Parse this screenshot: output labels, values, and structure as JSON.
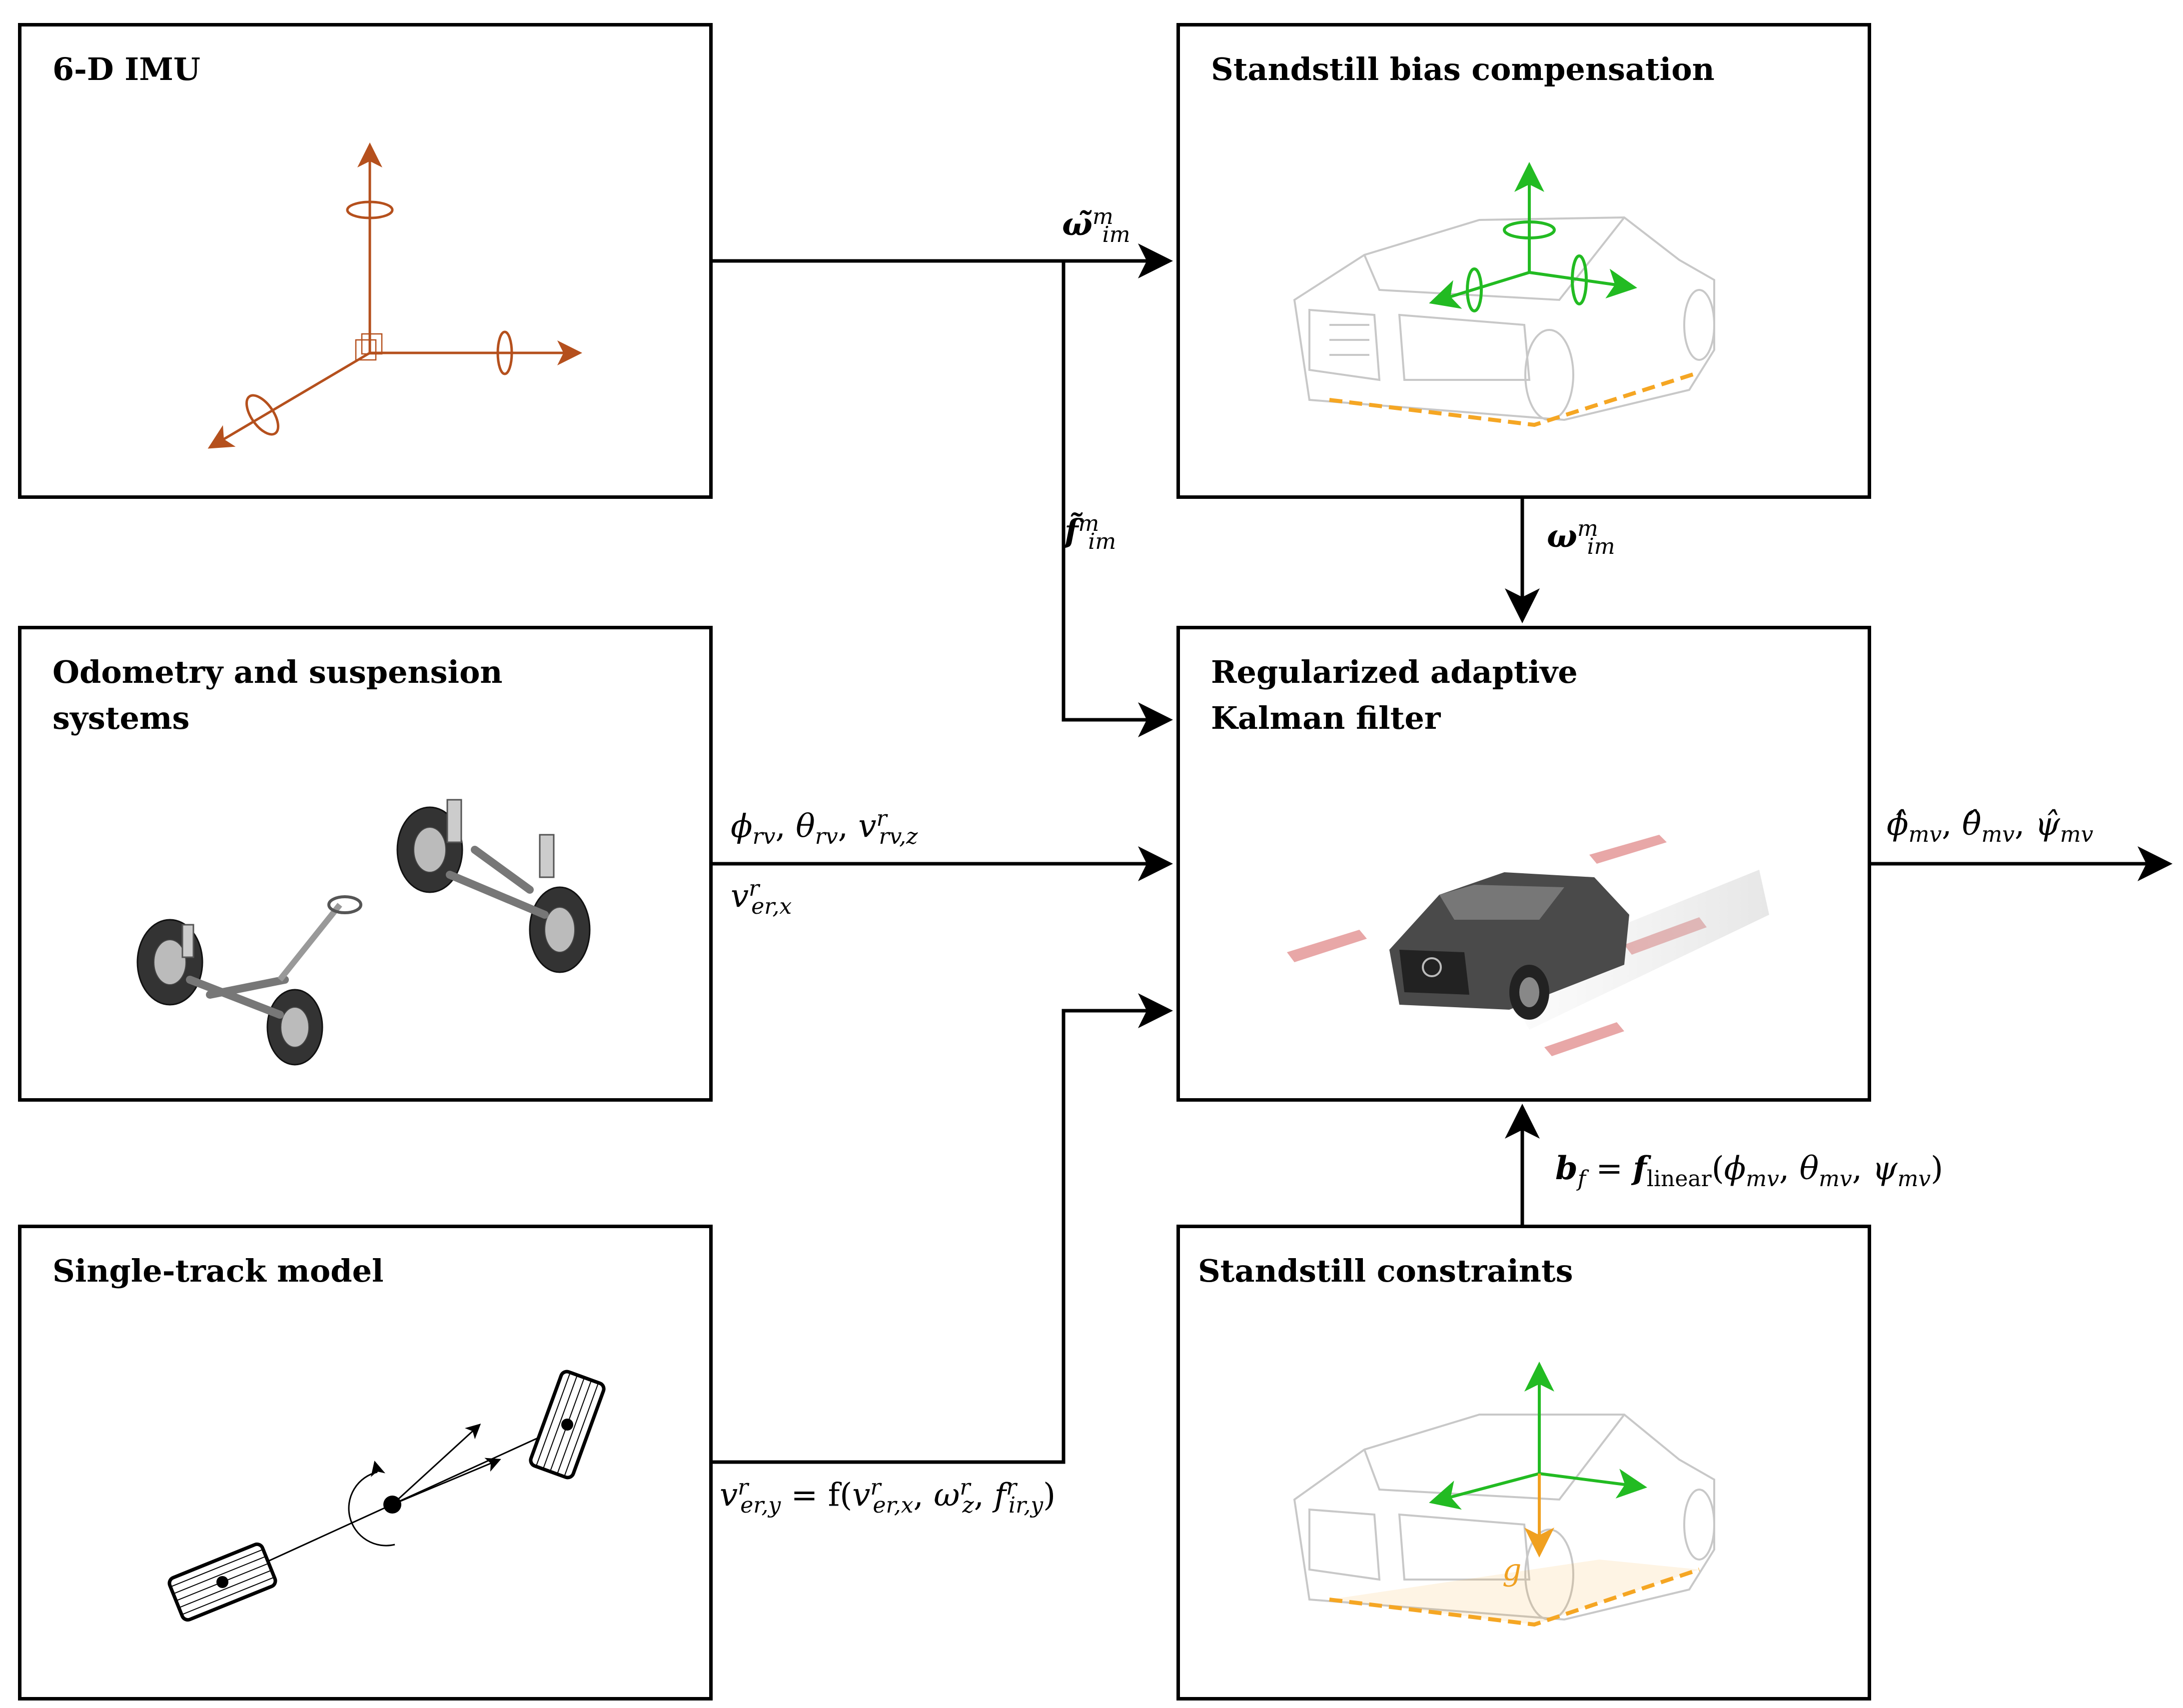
{
  "boxes": {
    "imu": {
      "title": "6-D IMU"
    },
    "bias": {
      "title": "Standstill bias compensation"
    },
    "odometry": {
      "title": "Odometry and suspension\nsystems"
    },
    "kalman": {
      "title": "Regularized adaptive\nKalman filter"
    },
    "single_track": {
      "title": "Single-track model"
    },
    "constraints": {
      "title": "Standstill constraints"
    }
  },
  "signals": {
    "omega_tilde": {
      "sym": "ω̃",
      "sup": "m",
      "sub": "im"
    },
    "f_tilde": {
      "sym": "f̃",
      "sup": "m",
      "sub": "im"
    },
    "omega": {
      "sym": "ω",
      "sup": "m",
      "sub": "im"
    },
    "odo": {
      "phi": "ϕ",
      "theta": "θ",
      "v": "v",
      "sub_rv": "rv",
      "sup_r": "r",
      "sub_rvz": "rv,z",
      "comma": ", "
    },
    "v_erx": {
      "v": "v",
      "sup": "r",
      "sub": "er,x"
    },
    "v_ery": {
      "lhs_v": "v",
      "lhs_sup": "r",
      "lhs_sub": "er,y",
      "eq": " = f(",
      "v": "v",
      "v_sup": "r",
      "v_sub": "er,x",
      "w": "ω",
      "w_sup": "r",
      "w_sub": "z",
      "f": "f",
      "f_sup": "r",
      "f_sub": "ir,y",
      "close": ")",
      "comma": ", "
    },
    "output": {
      "phi_hat": "ϕ̂",
      "theta_hat": "θ̂",
      "psi_hat": "ψ̂",
      "sub": "mv",
      "comma": ", "
    },
    "bf": {
      "b": "b",
      "b_sub": "f",
      "eq": " = ",
      "f": "f",
      "f_sub": "linear",
      "open": "(",
      "phi": "ϕ",
      "theta": "θ",
      "psi": "ψ",
      "sub": "mv",
      "close": ")",
      "comma": ", "
    }
  },
  "constraints_gravity_label": "g",
  "colors": {
    "imu_axes": "#b5501d",
    "car_axes": "#22bb22",
    "ground_dash": "#f5a623",
    "motion_stripes": "#e08a8a",
    "gravity": "#f0a020",
    "car_outline": "#c8c8c8"
  },
  "icons": {
    "imu": "imu-axes-icon",
    "bias_car": "car-with-rotation-axes-icon",
    "suspension": "suspension-chassis-icon",
    "moving_car": "moving-car-icon",
    "bicycle": "single-track-bicycle-model-icon",
    "constraints_car": "car-with-gravity-axes-icon"
  }
}
